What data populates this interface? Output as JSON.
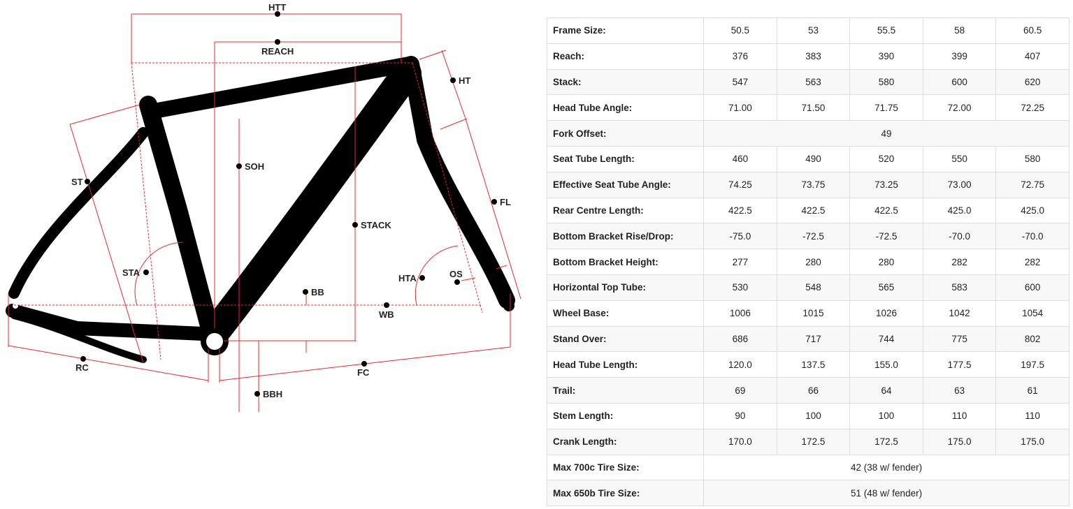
{
  "diagram": {
    "labels": {
      "htt": "HTT",
      "reach": "REACH",
      "ht": "HT",
      "st": "ST",
      "soh": "SOH",
      "stack": "STACK",
      "fl": "FL",
      "sta": "STA",
      "hta": "HTA",
      "os": "OS",
      "bb": "BB",
      "wb": "WB",
      "rc": "RC",
      "fc": "FC",
      "bbh": "BBH"
    },
    "colors": {
      "frame": "#000000",
      "dimension": "#e8282b"
    }
  },
  "table": {
    "header_label": "Frame Size:",
    "sizes": [
      "50.5",
      "53",
      "55.5",
      "58",
      "60.5"
    ],
    "rows": [
      {
        "label": "Reach:",
        "values": [
          "376",
          "383",
          "390",
          "399",
          "407"
        ]
      },
      {
        "label": "Stack:",
        "values": [
          "547",
          "563",
          "580",
          "600",
          "620"
        ]
      },
      {
        "label": "Head Tube Angle:",
        "values": [
          "71.00",
          "71.50",
          "71.75",
          "72.00",
          "72.25"
        ]
      },
      {
        "label": "Fork Offset:",
        "span": "49"
      },
      {
        "label": "Seat Tube Length:",
        "values": [
          "460",
          "490",
          "520",
          "550",
          "580"
        ]
      },
      {
        "label": "Effective Seat Tube Angle:",
        "values": [
          "74.25",
          "73.75",
          "73.25",
          "73.00",
          "72.75"
        ]
      },
      {
        "label": "Rear Centre Length:",
        "values": [
          "422.5",
          "422.5",
          "422.5",
          "425.0",
          "425.0"
        ]
      },
      {
        "label": "Bottom Bracket Rise/Drop:",
        "values": [
          "-75.0",
          "-72.5",
          "-72.5",
          "-70.0",
          "-70.0"
        ]
      },
      {
        "label": "Bottom Bracket Height:",
        "values": [
          "277",
          "280",
          "280",
          "282",
          "282"
        ]
      },
      {
        "label": "Horizontal Top Tube:",
        "values": [
          "530",
          "548",
          "565",
          "583",
          "600"
        ]
      },
      {
        "label": "Wheel Base:",
        "values": [
          "1006",
          "1015",
          "1026",
          "1042",
          "1054"
        ]
      },
      {
        "label": "Stand Over:",
        "values": [
          "686",
          "717",
          "744",
          "775",
          "802"
        ]
      },
      {
        "label": "Head Tube Length:",
        "values": [
          "120.0",
          "137.5",
          "155.0",
          "177.5",
          "197.5"
        ]
      },
      {
        "label": "Trail:",
        "values": [
          "69",
          "66",
          "64",
          "63",
          "61"
        ]
      },
      {
        "label": "Stem Length:",
        "values": [
          "90",
          "100",
          "100",
          "110",
          "110"
        ]
      },
      {
        "label": "Crank Length:",
        "values": [
          "170.0",
          "172.5",
          "172.5",
          "175.0",
          "175.0"
        ]
      },
      {
        "label": "Max 700c Tire Size:",
        "span": "42 (38 w/ fender)"
      },
      {
        "label": "Max 650b Tire Size:",
        "span": "51 (48 w/ fender)"
      }
    ]
  }
}
